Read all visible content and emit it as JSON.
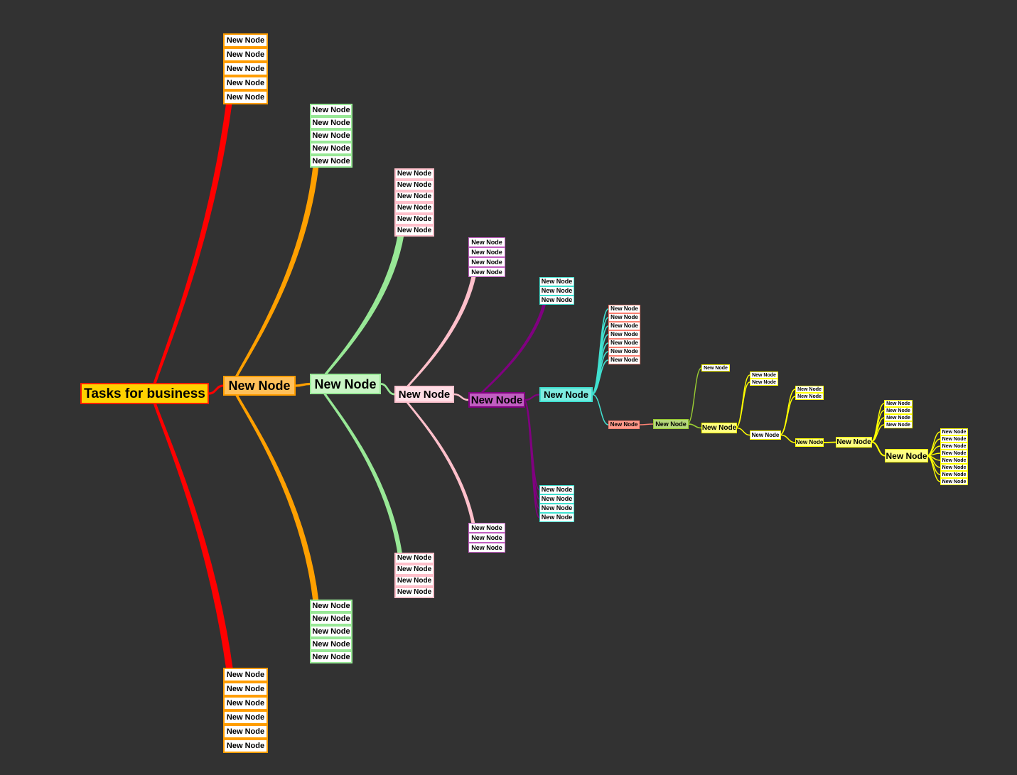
{
  "app": {
    "background": "#323232"
  },
  "root": {
    "label": "Tasks for business",
    "fill": "#ffd200",
    "stroke": "#ff2000"
  },
  "hubs": [
    {
      "label": "New Node",
      "fill": "#ffc05a",
      "stroke": "#ff9d00",
      "link": "#ff0000"
    },
    {
      "label": "New Node",
      "fill": "#c8f5c4",
      "stroke": "#98e896",
      "link": "#ffa000"
    },
    {
      "label": "New Node",
      "fill": "#ffdde5",
      "stroke": "#ffc3cf",
      "link": "#98e896"
    },
    {
      "label": "New Node",
      "fill": "#c05ec0",
      "stroke": "#800080",
      "link": "#ffc0cb"
    },
    {
      "label": "New Node",
      "fill": "#7debe0",
      "stroke": "#40e0d0",
      "link": "#800080"
    },
    {
      "label": "New Node",
      "fill": "#ff9a8a",
      "stroke": "#fa8072",
      "link": "#40e0d0"
    },
    {
      "label": "New Node",
      "fill": "#b5d97a",
      "stroke": "#9acd32",
      "link": "#fa8072"
    },
    {
      "label": "New Node",
      "fill": "#ffff80",
      "stroke": "#ffff00",
      "link": "#9acd32"
    },
    {
      "label": "New Node",
      "fill": "#ffffff",
      "stroke": "#ffff00",
      "link": "#ffff00"
    },
    {
      "label": "New Node",
      "fill": "#ffff80",
      "stroke": "#ffff00",
      "link": "#ffff00"
    },
    {
      "label": "New Node",
      "fill": "#ffff80",
      "stroke": "#ffff00",
      "link": "#ffff00"
    },
    {
      "label": "New Node",
      "fill": "#ffff80",
      "stroke": "#ffff00",
      "link": "#ffff00"
    }
  ],
  "groups": [
    {
      "from": "root",
      "color": "#ff0000",
      "border": "#ff9d00",
      "labels": [
        "New Node",
        "New Node",
        "New Node",
        "New Node",
        "New Node"
      ]
    },
    {
      "from": "root",
      "color": "#ff0000",
      "border": "#ff9d00",
      "labels": [
        "New Node",
        "New Node",
        "New Node",
        "New Node",
        "New Node",
        "New Node"
      ]
    },
    {
      "from": 0,
      "color": "#ffa000",
      "border": "#98e896",
      "labels": [
        "New Node",
        "New Node",
        "New Node",
        "New Node",
        "New Node"
      ]
    },
    {
      "from": 0,
      "color": "#ffa000",
      "border": "#98e896",
      "labels": [
        "New Node",
        "New Node",
        "New Node",
        "New Node",
        "New Node"
      ]
    },
    {
      "from": 1,
      "color": "#98e896",
      "border": "#ffc0cb",
      "labels": [
        "New Node",
        "New Node",
        "New Node",
        "New Node",
        "New Node",
        "New Node"
      ]
    },
    {
      "from": 1,
      "color": "#98e896",
      "border": "#ffc0cb",
      "labels": [
        "New Node",
        "New Node",
        "New Node",
        "New Node"
      ]
    },
    {
      "from": 2,
      "color": "#ffc0cb",
      "border": "#c05ec0",
      "labels": [
        "New Node",
        "New Node",
        "New Node",
        "New Node"
      ]
    },
    {
      "from": 2,
      "color": "#ffc0cb",
      "border": "#c05ec0",
      "labels": [
        "New Node",
        "New Node",
        "New Node"
      ]
    },
    {
      "from": 3,
      "color": "#800080",
      "border": "#40e0d0",
      "labels": [
        "New Node",
        "New Node",
        "New Node"
      ]
    },
    {
      "from": 3,
      "color": "#800080",
      "border": "#40e0d0",
      "labels": [
        "New Node",
        "New Node",
        "New Node",
        "New Node"
      ]
    },
    {
      "from": 4,
      "color": "#40e0d0",
      "border": "#fa8072",
      "labels": [
        "New Node",
        "New Node",
        "New Node",
        "New Node",
        "New Node",
        "New Node",
        "New Node"
      ]
    },
    {
      "from": 6,
      "color": "#9acd32",
      "border": "#ffff00",
      "labels": [
        "New Node"
      ]
    },
    {
      "from": 7,
      "color": "#ffff00",
      "border": "#ffff00",
      "labels": [
        "New Node",
        "New Node"
      ]
    },
    {
      "from": 8,
      "color": "#ffff00",
      "border": "#ffff00",
      "labels": [
        "New Node",
        "New Node"
      ]
    },
    {
      "from": 10,
      "color": "#ffff00",
      "border": "#ffff00",
      "labels": [
        "New Node",
        "New Node",
        "New Node",
        "New Node"
      ]
    },
    {
      "from": 11,
      "color": "#ffff00",
      "border": "#ffff00",
      "labels": [
        "New Node",
        "New Node",
        "New Node",
        "New Node",
        "New Node",
        "New Node",
        "New Node",
        "New Node"
      ]
    }
  ]
}
